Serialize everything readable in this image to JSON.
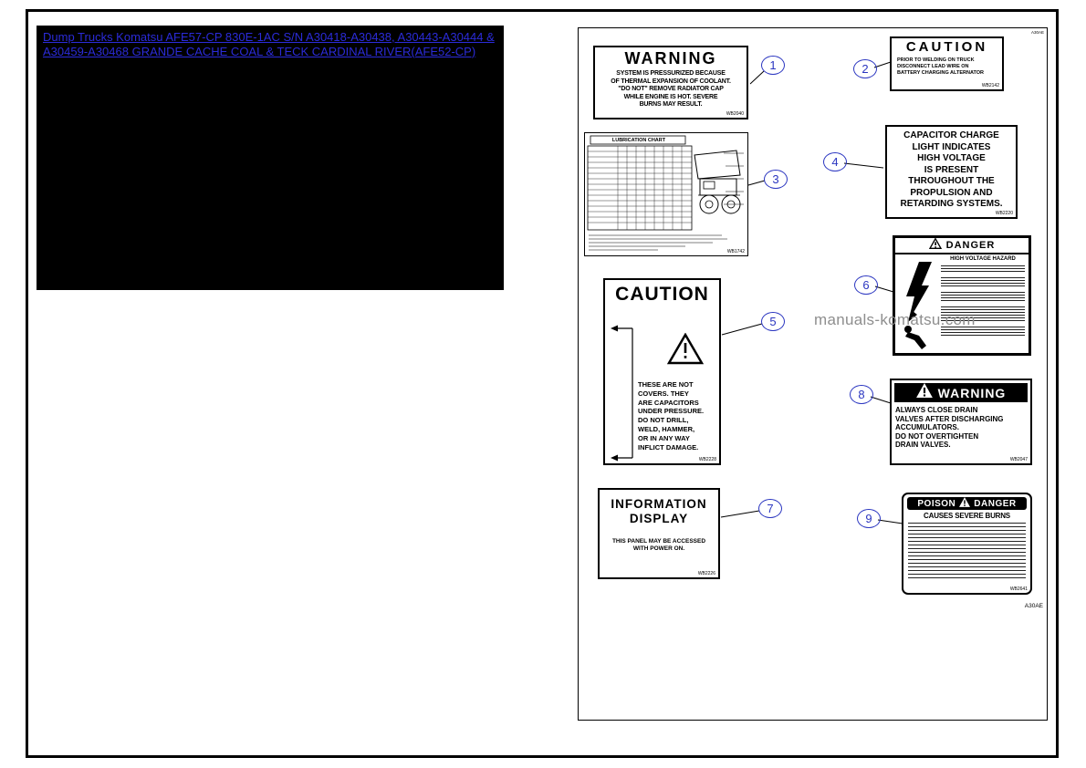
{
  "page": {
    "link_text": "Dump Trucks Komatsu AFE57-CP 830E-1AC S/N A30418-A30438, A30443-A30444 & A30459-A30468 GRANDE CACHE COAL & TECK CARDINAL RIVER(AFE52-CP)",
    "watermark": "manuals-komatsu.com",
    "sheet_code_top": "A30AE",
    "sheet_code_bottom": "A30AE"
  },
  "callouts": [
    "1",
    "2",
    "3",
    "4",
    "5",
    "6",
    "7",
    "8",
    "9"
  ],
  "colors": {
    "link_blue": "#2b2bd9",
    "callout_blue": "#2a35c0",
    "watermark_gray": "#8e8e8e"
  },
  "decals": {
    "coolant_warning": {
      "title": "WARNING",
      "lines": [
        "SYSTEM IS PRESSURIZED BECAUSE",
        "OF THERMAL EXPANSION OF COOLANT.",
        "\"DO NOT\" REMOVE RADIATOR CAP",
        "WHILE ENGINE IS HOT. SEVERE",
        "BURNS MAY RESULT."
      ],
      "code": "WB2040"
    },
    "welding_caution": {
      "title": "CAUTION",
      "lines": [
        "PRIOR TO WELDING ON TRUCK",
        "DISCONNECT LEAD WIRE ON",
        "BATTERY CHARGING ALTERNATOR"
      ],
      "code": "WB2142"
    },
    "lubrication_chart": {
      "title": "LUBRICATION CHART",
      "code": "WB1742"
    },
    "capacitor_charge": {
      "lines": [
        "CAPACITOR CHARGE",
        "LIGHT INDICATES",
        "HIGH VOLTAGE",
        "IS PRESENT",
        "THROUGHOUT THE",
        "PROPULSION AND",
        "RETARDING SYSTEMS."
      ],
      "code": "WB2220"
    },
    "capacitor_caution": {
      "title": "CAUTION",
      "lines": [
        "THESE ARE NOT",
        "COVERS. THEY",
        "ARE CAPACITORS",
        "UNDER PRESSURE.",
        "DO NOT DRILL,",
        "WELD, HAMMER,",
        "OR IN ANY WAY",
        "INFLICT DAMAGE."
      ],
      "code": "WB2228"
    },
    "high_voltage_danger": {
      "title": "DANGER",
      "subtitle": "HIGH VOLTAGE HAZARD"
    },
    "information_display": {
      "title_line1": "INFORMATION",
      "title_line2": "DISPLAY",
      "lines": [
        "THIS PANEL MAY BE ACCESSED",
        "WITH POWER ON."
      ],
      "code": "WB2226"
    },
    "drain_warning": {
      "title": "WARNING",
      "lines": [
        "ALWAYS CLOSE DRAIN",
        "VALVES AFTER DISCHARGING",
        "ACCUMULATORS.",
        "DO NOT OVERTIGHTEN",
        "DRAIN VALVES."
      ],
      "code": "WB2047"
    },
    "poison_danger": {
      "word_left": "POISON",
      "word_right": "DANGER",
      "subtitle": "CAUSES SEVERE BURNS",
      "code": "WB2641"
    }
  }
}
